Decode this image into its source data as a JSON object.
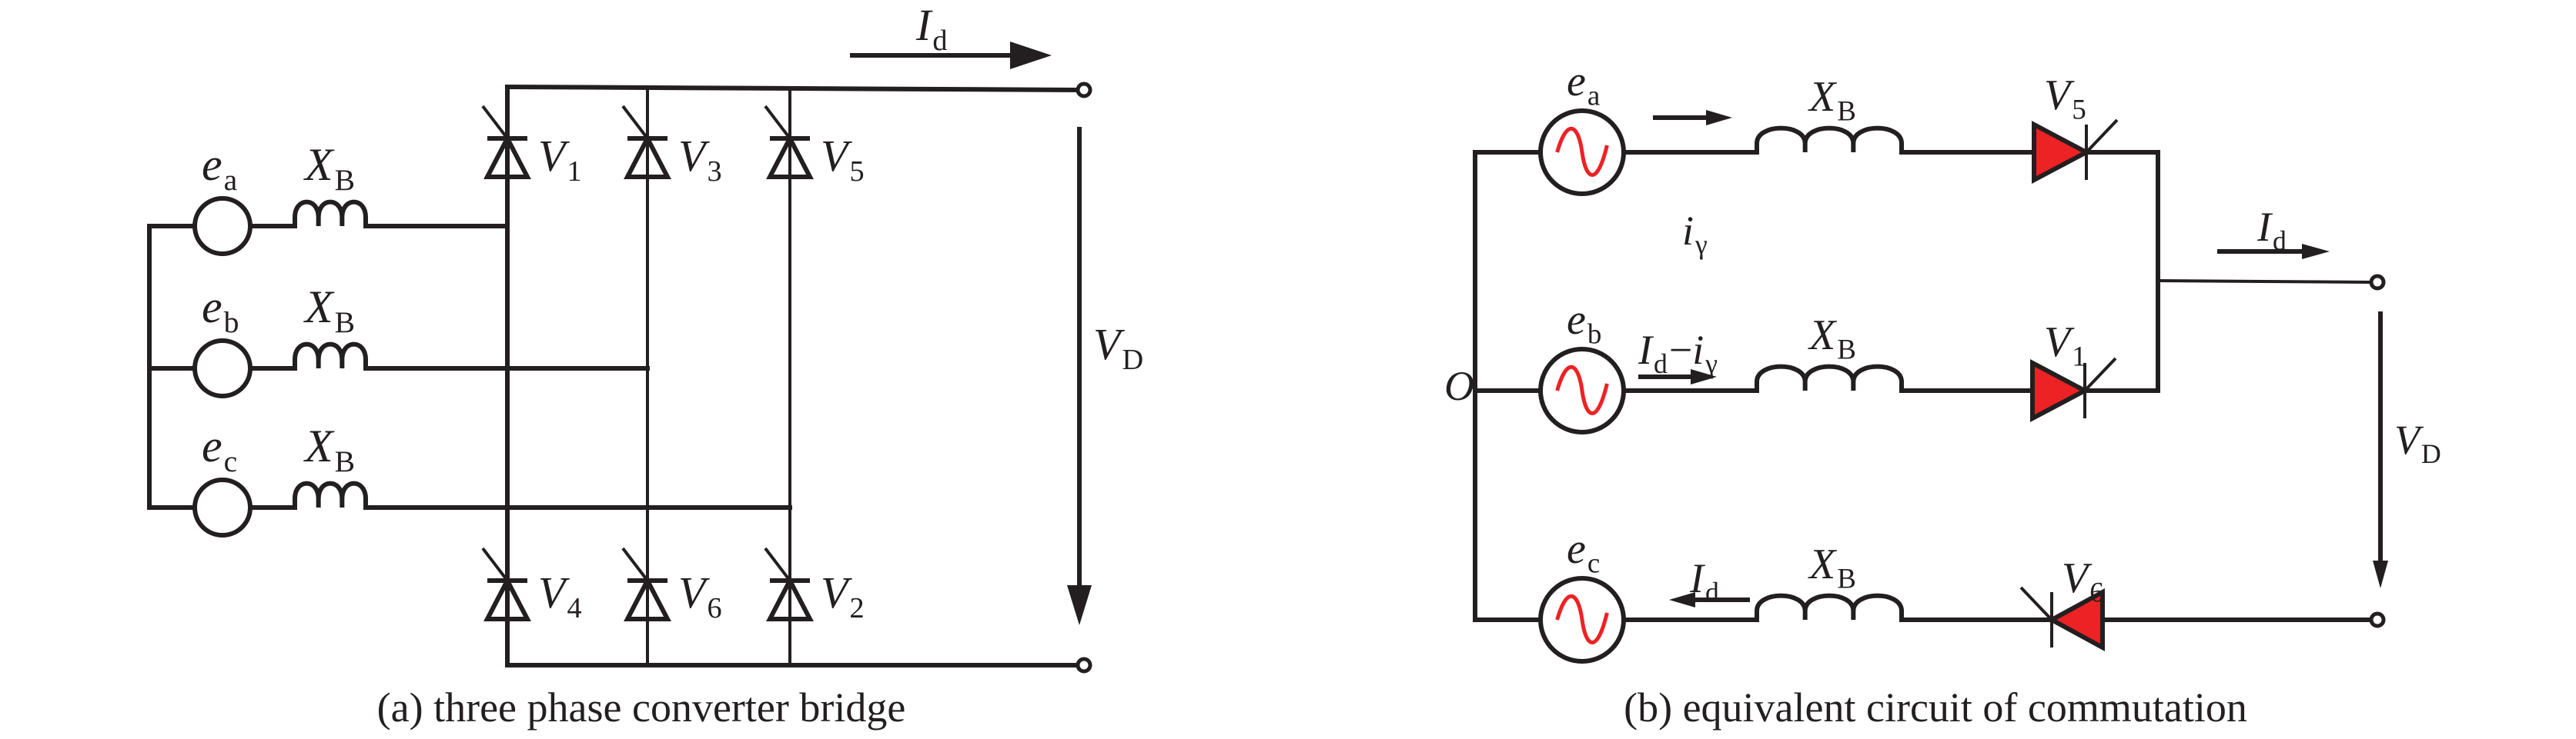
{
  "figure": {
    "panel_a": {
      "caption": "(a) three phase converter bridge",
      "sources": [
        {
          "symbol": "e",
          "sub": "a"
        },
        {
          "symbol": "e",
          "sub": "b"
        },
        {
          "symbol": "e",
          "sub": "c"
        }
      ],
      "reactance": {
        "symbol": "X",
        "sub": "B"
      },
      "thyristors_top": [
        {
          "symbol": "V",
          "sub": "1"
        },
        {
          "symbol": "V",
          "sub": "3"
        },
        {
          "symbol": "V",
          "sub": "5"
        }
      ],
      "thyristors_bottom": [
        {
          "symbol": "V",
          "sub": "4"
        },
        {
          "symbol": "V",
          "sub": "6"
        },
        {
          "symbol": "V",
          "sub": "2"
        }
      ],
      "dc_current": {
        "symbol": "I",
        "sub": "d"
      },
      "dc_voltage": {
        "symbol": "V",
        "sub": "D"
      }
    },
    "panel_b": {
      "caption": "(b) equivalent circuit of commutation",
      "neutral": "O",
      "sources": [
        {
          "symbol": "e",
          "sub": "a"
        },
        {
          "symbol": "e",
          "sub": "b"
        },
        {
          "symbol": "e",
          "sub": "c"
        }
      ],
      "reactance": {
        "symbol": "X",
        "sub": "B"
      },
      "thyristors": [
        {
          "symbol": "V",
          "sub": "5"
        },
        {
          "symbol": "V",
          "sub": "1"
        },
        {
          "symbol": "V",
          "sub": "6"
        }
      ],
      "loop_current": {
        "symbol": "i",
        "sub": "γ"
      },
      "branch_b_current": {
        "symbol": "I",
        "sub": "d",
        "op": "−",
        "symbol2": "i",
        "sub2": "γ"
      },
      "branch_c_current": {
        "symbol": "I",
        "sub": "d"
      },
      "dc_current": {
        "symbol": "I",
        "sub": "d"
      },
      "dc_voltage": {
        "symbol": "V",
        "sub": "D"
      }
    },
    "colors": {
      "line": "#231f20",
      "conducting_thyristor": "#ed2224",
      "source_waveform": "#ed2224",
      "background": "#ffffff"
    }
  }
}
